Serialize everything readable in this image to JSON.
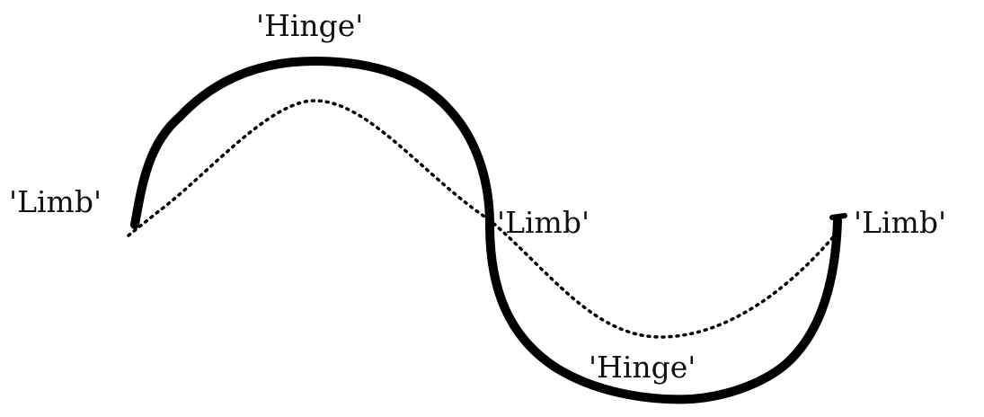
{
  "labels": {
    "hinge_top": "'Hinge'",
    "hinge_bottom": "'Hinge'",
    "limb_left": "'Limb'",
    "limb_middle": "'Limb'",
    "limb_right": "'Limb'"
  },
  "colors": {
    "curve": "#000000",
    "text": "#111111",
    "background": "#ffffff"
  }
}
